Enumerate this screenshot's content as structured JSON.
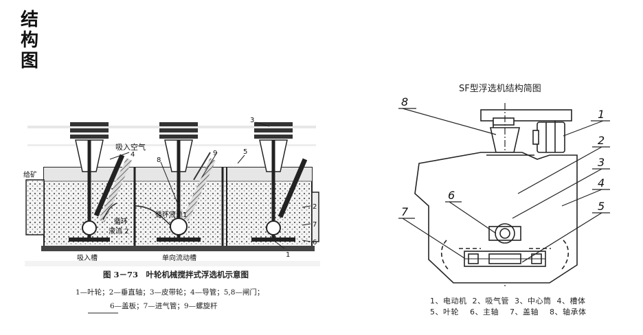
{
  "page": {
    "title_chars": [
      "结",
      "构",
      "图"
    ]
  },
  "left_figure": {
    "labels": {
      "air_intake": "吸入空气",
      "feed": "给矿",
      "circ_flow_1": "循环液流1",
      "circ_flow_2_a": "循环",
      "circ_flow_2_b": "液流 2",
      "suction_cell": "吸入槽",
      "one_way_cell": "单向流动槽",
      "num_1": "1",
      "num_2": "2",
      "num_3": "3",
      "num_4": "4",
      "num_5": "5",
      "num_6": "6",
      "num_7": "7",
      "num_8": "8",
      "num_9": "9"
    },
    "caption_title": "图 3－73　叶轮机械搅拌式浮选机示意图",
    "caption_line1": "1—叶轮；2—垂直轴；3—皮带轮；4—导管；5,8—闸门；",
    "caption_line2": "6—盖板；7—进气管；9—螺旋杆"
  },
  "right_figure": {
    "title": "SF型浮选机结构简图",
    "callouts": {
      "c1": "1",
      "c2": "2",
      "c3": "3",
      "c4": "4",
      "c5": "5",
      "c6": "6",
      "c7": "7",
      "c8": "8"
    },
    "legend_row1": "1、电动机  2、吸气管  3、中心筒  4、槽体",
    "legend_row2": "5、叶轮    6、主轴    7、盖轴    8、轴承体"
  }
}
